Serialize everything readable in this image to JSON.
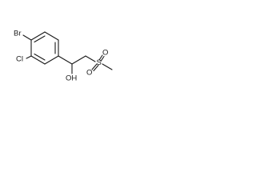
{
  "structure": {
    "atoms": {
      "bromine": "Br",
      "chlorine": "Cl",
      "hydroxyl": "OH",
      "sulfur": "S",
      "oxygen_left": "O",
      "oxygen_right": "O"
    }
  },
  "colors": {
    "bond": "#1a1a1a",
    "label": "#1a1a1a",
    "background": "#ffffff"
  }
}
